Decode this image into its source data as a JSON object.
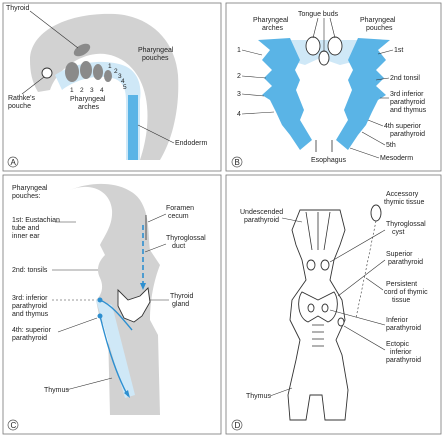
{
  "panels": [
    "A",
    "B",
    "C",
    "D"
  ],
  "panel_a": {
    "thyroid": "Thyroid",
    "pharyngeal_pouches": [
      "Pharyngeal",
      "pouches"
    ],
    "rathkes_pouche": [
      "Rathke's",
      "pouche"
    ],
    "pharyngeal_arches": [
      "Pharyngeal",
      "arches"
    ],
    "endoderm": "Endoderm",
    "arch_numbers": [
      "1",
      "2",
      "3",
      "4"
    ],
    "pouch_numbers": [
      "1",
      "2",
      "3",
      "4",
      "5"
    ]
  },
  "panel_b": {
    "pharyngeal_arches": [
      "Pharyngeal",
      "arches"
    ],
    "tongue_buds": "Tongue buds",
    "pharyngeal_pouches": [
      "Pharyngeal",
      "pouches"
    ],
    "first": "1st",
    "second_tonsil": "2nd tonsil",
    "third": [
      "3rd inferior",
      "parathyroid",
      "and thymus"
    ],
    "fourth": [
      "4th superior",
      "parathyroid"
    ],
    "fifth": "5th",
    "mesoderm": "Mesoderm",
    "esophagus": "Esophagus",
    "arch_numbers": [
      "1",
      "2",
      "3",
      "4"
    ]
  },
  "panel_c": {
    "pharyngeal_pouches": [
      "Pharyngeal",
      "pouches:"
    ],
    "first": [
      "1st: Eustachian",
      "tube and",
      "inner ear"
    ],
    "second": "2nd: tonsils",
    "third": [
      "3rd: inferior",
      "parathyroid",
      "and thymus"
    ],
    "fourth": [
      "4th: superior",
      "parathyroid"
    ],
    "thymus": "Thymus",
    "foramen_cecum": [
      "Foramen",
      "cecum"
    ],
    "thyroglossal_duct": [
      "Thyroglossal",
      "duct"
    ],
    "thyroid_gland": [
      "Thyroid",
      "gland"
    ]
  },
  "panel_d": {
    "undescended": [
      "Undescended",
      "parathyroid"
    ],
    "accessory": [
      "Accessory",
      "thymic tissue"
    ],
    "thyroglossal_cyst": [
      "Thyroglossal",
      "cyst"
    ],
    "superior": [
      "Superior",
      "parathyroid"
    ],
    "persistent": [
      "Persistent",
      "cord of thymic",
      "tissue"
    ],
    "inferior": [
      "Inferior",
      "parathyroid"
    ],
    "ectopic": [
      "Ectopic",
      "inferior",
      "parathyroid"
    ],
    "thymus": "Thymus"
  },
  "colors": {
    "blue": "#5ab4e6",
    "light_blue": "#cfe8f7",
    "grey": "#d2d2d2",
    "dark_grey": "#8a8a8a"
  }
}
